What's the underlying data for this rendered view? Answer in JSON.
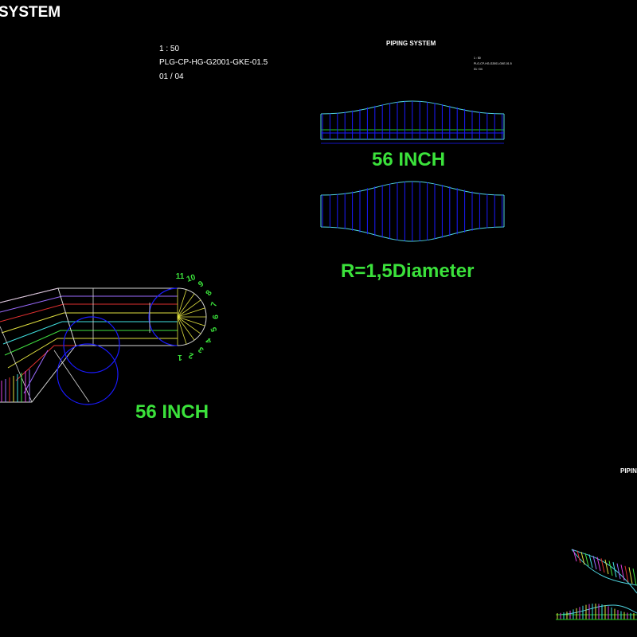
{
  "drawing": {
    "heading_partial": "SYSTEM",
    "scale": "1 : 50",
    "drawing_number": "PLG-CP-HG-G2001-GKE-01.5",
    "sheet": "01 / 04",
    "sheet2_title": "PIPING SYSTEM",
    "sheet2_title_block": [
      "1 : 50",
      "PLG-CP-HG-G2001-GKE-01.5",
      "01 / 04"
    ],
    "sheet3_title_partial": "PIPIN",
    "label_top_pipe": "56 INCH",
    "label_radius": "R=1,5Diameter",
    "label_elbow": "56 INCH",
    "arc_numbers": [
      "1",
      "2",
      "3",
      "4",
      "5",
      "6",
      "7",
      "8",
      "9",
      "10",
      "11"
    ]
  },
  "colors": {
    "background": "#000000",
    "label_green": "#3be23b",
    "outline_cyan": "#4fd4e0",
    "dimension_blue": "#1a1aff",
    "title_white": "#ffffff"
  }
}
